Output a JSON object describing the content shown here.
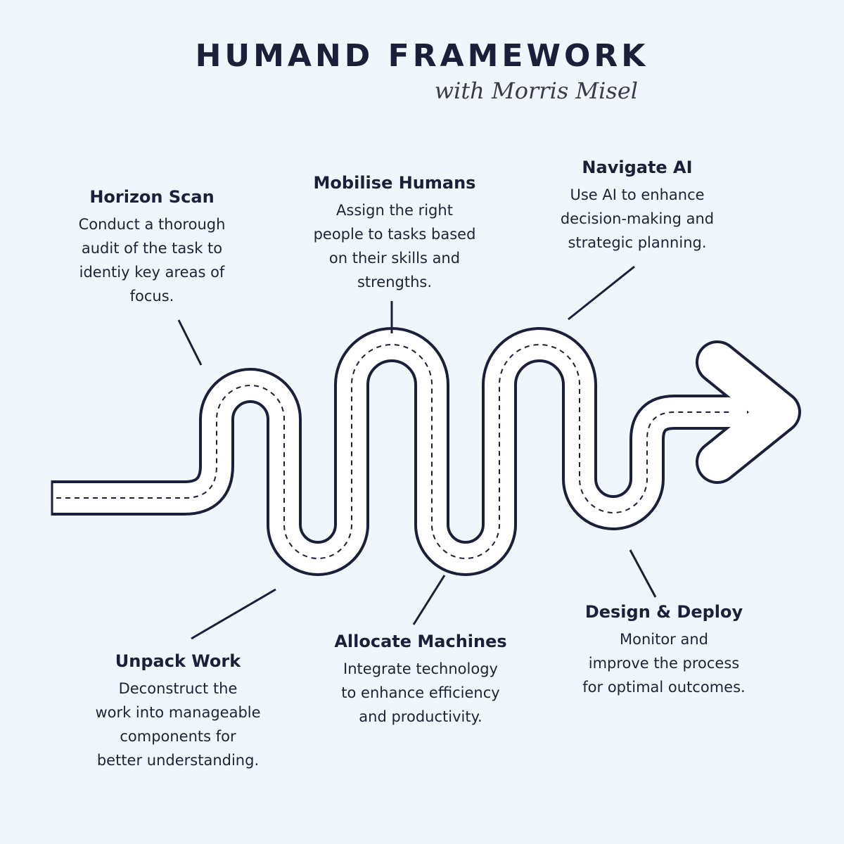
{
  "header": {
    "title": "HUMAND FRAMEWORK",
    "subtitle": "with Morris Misel"
  },
  "steps": [
    {
      "id": "horizon-scan",
      "title": "Horizon Scan",
      "lines": [
        "Conduct a thorough",
        "audit of the task to",
        "identiy key areas of",
        "focus."
      ]
    },
    {
      "id": "mobilise-humans",
      "title": "Mobilise Humans",
      "lines": [
        "Assign the right",
        "people to tasks based",
        "on their skills and",
        "strengths."
      ]
    },
    {
      "id": "navigate-ai",
      "title": "Navigate AI",
      "lines": [
        "Use AI to enhance",
        "decision-making and",
        "strategic planning."
      ]
    },
    {
      "id": "unpack-work",
      "title": "Unpack Work",
      "lines": [
        "Deconstruct the",
        "work into manageable",
        "components for",
        "better understanding."
      ]
    },
    {
      "id": "allocate-machines",
      "title": "Allocate Machines",
      "lines": [
        "Integrate technology",
        "to enhance efficiency",
        "and productivity."
      ]
    },
    {
      "id": "design-deploy",
      "title": "Design & Deploy",
      "lines": [
        "Monitor and",
        "improve the process",
        "for optimal outcomes."
      ]
    }
  ],
  "colors": {
    "background": "#f1f5fc",
    "ink": "#1c1f3a",
    "road": "#ffffff"
  }
}
